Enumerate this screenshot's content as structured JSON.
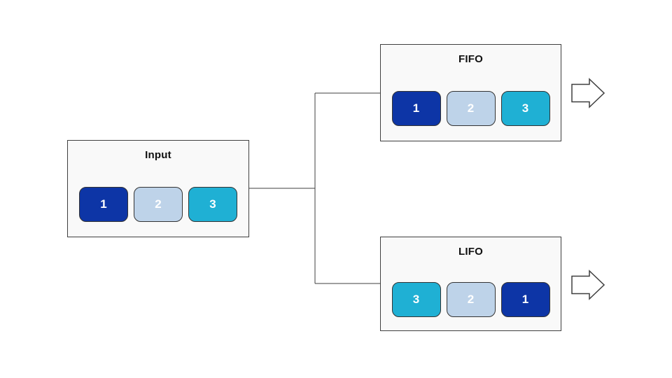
{
  "palette": {
    "dark_blue": "#0d35a6",
    "light_blue": "#bed3e9",
    "cyan": "#1fb0d4",
    "block_text": "#ffffff",
    "box_background": "#f9f9f9",
    "line_color": "#3f3f3f"
  },
  "nodes": {
    "input": {
      "title": "Input",
      "blocks": [
        {
          "label": "1",
          "color": "#0d35a6"
        },
        {
          "label": "2",
          "color": "#bed3e9"
        },
        {
          "label": "3",
          "color": "#1fb0d4"
        }
      ]
    },
    "fifo": {
      "title": "FIFO",
      "blocks": [
        {
          "label": "1",
          "color": "#0d35a6"
        },
        {
          "label": "2",
          "color": "#bed3e9"
        },
        {
          "label": "3",
          "color": "#1fb0d4"
        }
      ]
    },
    "lifo": {
      "title": "LIFO",
      "blocks": [
        {
          "label": "3",
          "color": "#1fb0d4"
        },
        {
          "label": "2",
          "color": "#bed3e9"
        },
        {
          "label": "1",
          "color": "#0d35a6"
        }
      ]
    }
  }
}
